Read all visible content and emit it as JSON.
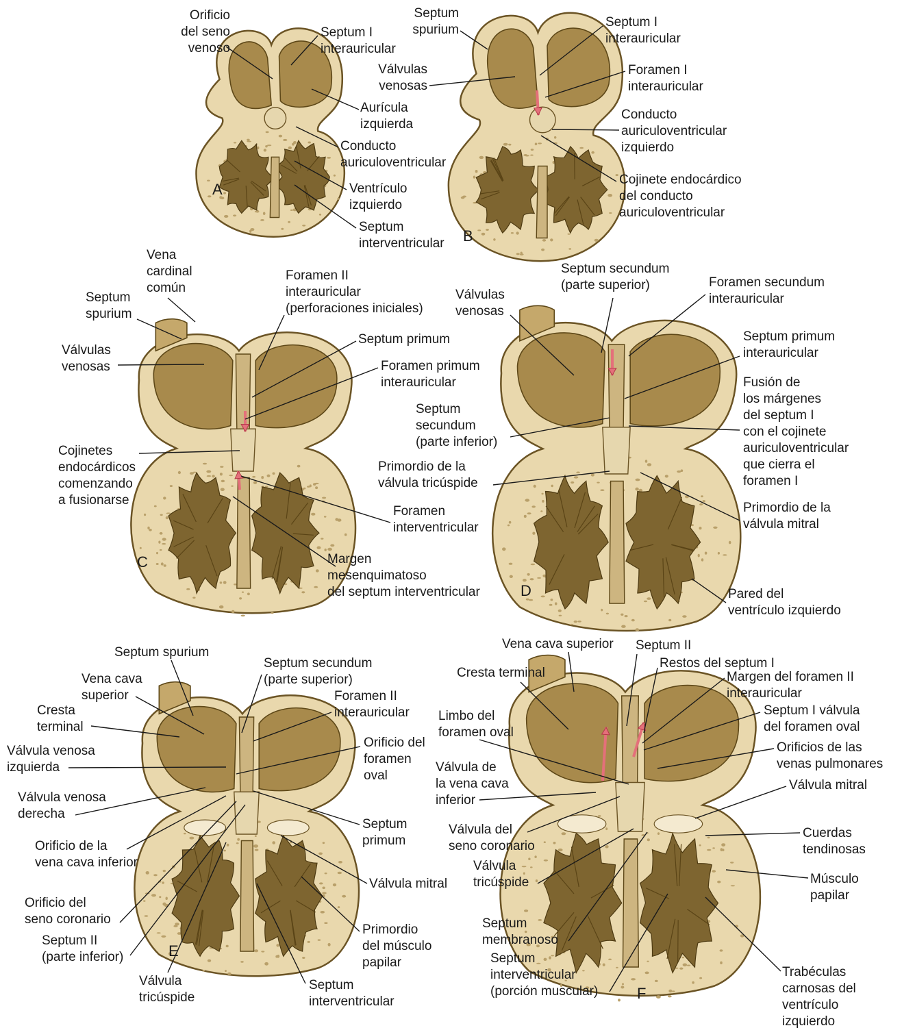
{
  "colors": {
    "wall": "#e9d8ad",
    "cavity": "#a88a4c",
    "trabeculae": "#7e6530",
    "blood_flow_arrow": "#e4707a",
    "text": "#1a1a1a"
  },
  "panels": {
    "A": {
      "letter": "A",
      "labels": {
        "orificio_seno": [
          "Orificio",
          "del seno",
          "venoso"
        ],
        "septum_I": [
          "Septum I",
          "interauricular"
        ],
        "auricula_izq": [
          "Aurícula",
          "izquierda"
        ],
        "conducto_av": [
          "Conducto",
          "auriculoventricular"
        ],
        "ventriculo_izq": [
          "Ventrículo",
          "izquierdo"
        ],
        "septum_iv": [
          "Septum",
          "interventricular"
        ]
      }
    },
    "B": {
      "letter": "B",
      "labels": {
        "septum_spurium": [
          "Septum",
          "spurium"
        ],
        "septum_I": [
          "Septum I",
          "interauricular"
        ],
        "valvulas_venosas": [
          "Válvulas",
          "venosas"
        ],
        "foramen_I": [
          "Foramen I",
          "interauricular"
        ],
        "conducto_av_izq": [
          "Conducto",
          "auriculoventricular",
          "izquierdo"
        ],
        "cojinete": [
          "Cojinete endocárdico",
          "del conducto",
          "auriculoventricular"
        ]
      }
    },
    "C": {
      "letter": "C",
      "labels": {
        "vena_cardinal": [
          "Vena",
          "cardinal",
          "común"
        ],
        "septum_spurium": [
          "Septum",
          "spurium"
        ],
        "foramen_II": [
          "Foramen II",
          "interauricular",
          "(perforaciones iniciales)"
        ],
        "septum_primum": [
          "Septum primum"
        ],
        "valvulas_venosas": [
          "Válvulas",
          "venosas"
        ],
        "foramen_primum": [
          "Foramen primum",
          "interauricular"
        ],
        "cojinetes": [
          "Cojinetes",
          "endocárdicos",
          "comenzando",
          "a fusionarse"
        ],
        "foramen_iv": [
          "Foramen",
          "interventricular"
        ],
        "margen": [
          "Margen",
          "mesenquimatoso",
          "del septum interventricular"
        ]
      }
    },
    "D": {
      "letter": "D",
      "labels": {
        "septum_secundum_sup": [
          "Septum secundum",
          "(parte superior)"
        ],
        "foramen_secundum": [
          "Foramen secundum",
          "interauricular"
        ],
        "valvulas_venosas": [
          "Válvulas",
          "venosas"
        ],
        "septum_primum": [
          "Septum primum",
          "interauricular"
        ],
        "fusion": [
          "Fusión de",
          "los márgenes",
          "del septum I",
          "con el cojinete",
          "auriculoventricular",
          "que cierra el",
          "foramen I"
        ],
        "septum_secundum_inf": [
          "Septum",
          "secundum",
          "(parte inferior)"
        ],
        "primordio_tricuspide": [
          "Primordio de la",
          "válvula tricúspide"
        ],
        "primordio_mitral": [
          "Primordio de la",
          "válvula mitral"
        ],
        "pared": [
          "Pared del",
          "ventrículo izquierdo"
        ]
      }
    },
    "E": {
      "letter": "E",
      "labels": {
        "septum_spurium": [
          "Septum spurium"
        ],
        "septum_secundum_sup": [
          "Septum secundum",
          "(parte superior)"
        ],
        "vena_cava_sup": [
          "Vena cava",
          "superior"
        ],
        "foramen_II": [
          "Foramen II",
          "interauricular"
        ],
        "cresta": [
          "Cresta",
          "terminal"
        ],
        "orificio_foramen_oval": [
          "Orificio del",
          "foramen",
          "oval"
        ],
        "valvula_venosa_izq": [
          "Válvula venosa",
          "izquierda"
        ],
        "valvula_venosa_der": [
          "Válvula venosa",
          "derecha"
        ],
        "septum_primum": [
          "Septum",
          "primum"
        ],
        "orificio_vci": [
          "Orificio de la",
          "vena cava inferior"
        ],
        "valvula_mitral": [
          "Válvula mitral"
        ],
        "orificio_seno_coronario": [
          "Orificio del",
          "seno coronario"
        ],
        "primordio_papilar": [
          "Primordio",
          "del músculo",
          "papilar"
        ],
        "septum_II_inf": [
          "Septum II",
          "(parte inferior)"
        ],
        "valvula_tricuspide": [
          "Válvula",
          "tricúspide"
        ],
        "septum_iv": [
          "Septum",
          "interventricular"
        ]
      }
    },
    "F": {
      "letter": "F",
      "labels": {
        "vena_cava_sup": [
          "Vena cava superior"
        ],
        "septum_II": [
          "Septum II"
        ],
        "restos_septum_I": [
          "Restos del septum I"
        ],
        "cresta": [
          "Cresta terminal"
        ],
        "margen_foramen_II": [
          "Margen del foramen II",
          "interauricular"
        ],
        "limbo": [
          "Limbo del",
          "foramen oval"
        ],
        "septum_I_valvula": [
          "Septum I válvula",
          "del foramen oval"
        ],
        "orificios_pulmonares": [
          "Orificios de las",
          "venas pulmonares"
        ],
        "valvula_vci": [
          "Válvula de",
          "la vena cava",
          "inferior"
        ],
        "valvula_mitral": [
          "Válvula mitral"
        ],
        "valvula_seno_coronario": [
          "Válvula del",
          "seno coronario"
        ],
        "cuerdas": [
          "Cuerdas",
          "tendinosas"
        ],
        "valvula_tricuspide": [
          "Válvula",
          "tricúspide"
        ],
        "musculo_papilar": [
          "Músculo",
          "papilar"
        ],
        "septum_membranoso": [
          "Septum",
          "membranoso"
        ],
        "septum_iv_muscular": [
          "Septum",
          "interventricular",
          "(porción muscular)"
        ],
        "trabeculas": [
          "Trabéculas",
          "carnosas del",
          "ventrículo",
          "izquierdo"
        ]
      }
    }
  }
}
